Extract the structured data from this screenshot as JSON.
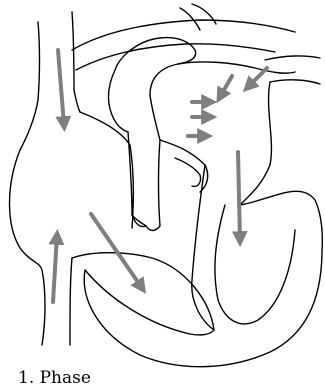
{
  "caption": "1. Phase",
  "colors": {
    "outline": "#000000",
    "flow_arrow": "#7f7f7f",
    "background": "#ffffff"
  },
  "flow_arrows": [
    {
      "name": "superior-vena-cava-inflow-arrow",
      "direction": "down"
    },
    {
      "name": "inferior-vena-cava-inflow-arrow",
      "direction": "up"
    },
    {
      "name": "right-atrium-to-ventricle-arrow",
      "direction": "down-right"
    },
    {
      "name": "pulmonary-vein-inflow-arrow-1",
      "direction": "down-left"
    },
    {
      "name": "pulmonary-vein-inflow-arrow-2",
      "direction": "down-left"
    },
    {
      "name": "pulmonary-vein-inflow-arrow-3",
      "direction": "right"
    },
    {
      "name": "pulmonary-vein-inflow-arrow-4",
      "direction": "right"
    },
    {
      "name": "pulmonary-vein-inflow-arrow-5",
      "direction": "right"
    },
    {
      "name": "left-atrium-to-ventricle-arrow",
      "direction": "down"
    }
  ]
}
